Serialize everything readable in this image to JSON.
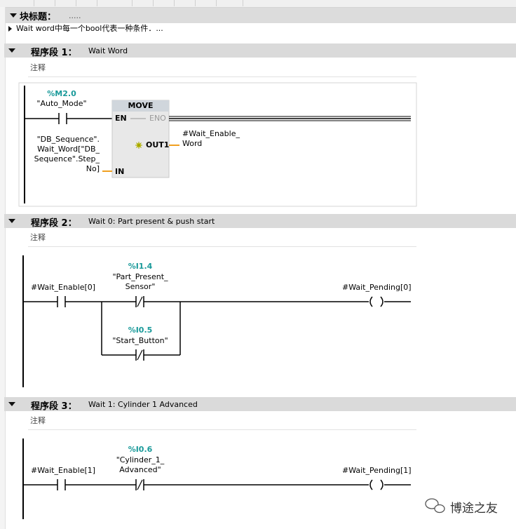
{
  "block": {
    "title": "块标题：",
    "title_dots": ".....",
    "comment": "Wait word中每一个bool代表一种条件．..."
  },
  "networks": [
    {
      "label": "程序段 1：",
      "description": "Wait Word",
      "comment": "注释",
      "contact": {
        "address": "%M2.0",
        "tag": "\"Auto_Mode\""
      },
      "move": {
        "title": "MOVE",
        "en": "EN",
        "eno": "ENO",
        "out1": "OUT1",
        "in": "IN",
        "in_tag": [
          "\"DB_Sequence\".",
          "Wait_Word[\"DB_",
          "Sequence\".Step_",
          "No]"
        ],
        "out_tag": [
          "#Wait_Enable_",
          "Word"
        ]
      }
    },
    {
      "label": "程序段 2：",
      "description": "Wait 0: Part present & push start",
      "comment": "注释",
      "contact1": {
        "tag": "#Wait_Enable[0]"
      },
      "contact2": {
        "address": "%I1.4",
        "tag": [
          "\"Part_Present_",
          "Sensor\""
        ]
      },
      "contact3": {
        "address": "%I0.5",
        "tag": "\"Start_Button\""
      },
      "coil": {
        "tag": "#Wait_Pending[0]"
      }
    },
    {
      "label": "程序段 3：",
      "description": "Wait 1: Cylinder 1 Advanced",
      "comment": "注释",
      "contact1": {
        "tag": "#Wait_Enable[1]"
      },
      "contact2": {
        "address": "%I0.6",
        "tag": [
          "\"Cylinder_1_",
          "Advanced\""
        ]
      },
      "coil": {
        "tag": "#Wait_Pending[1]"
      }
    }
  ],
  "watermark": {
    "text": "博途之友",
    "icon": "wechat-icon"
  },
  "colors": {
    "address": "#1a9a9a",
    "wire_orange": "#f0a020",
    "header_bg": "#dadada",
    "box_bg": "#e8e8e8",
    "box_header": "#d0d6dc"
  }
}
